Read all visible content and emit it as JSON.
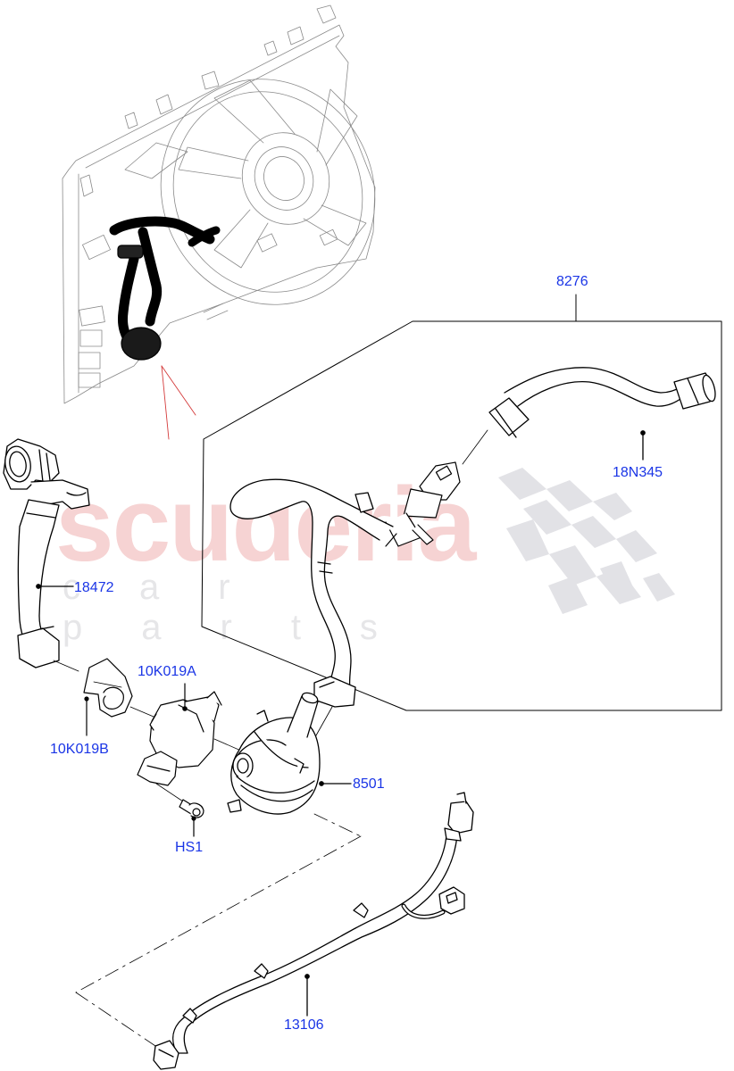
{
  "diagram": {
    "type": "exploded-parts-diagram",
    "subject": "Auxiliary coolant pump with hoses, bracket, harness and cooling fan module",
    "label_color": "#1a35e6",
    "line_color": "#000000",
    "locator_line_color": "#d43a3a"
  },
  "watermark": {
    "main": "scuderia",
    "sub": "car parts",
    "main_color": "#f6d3d3",
    "sub_color": "#e6e6e8",
    "checker_color": "#e2e2e6"
  },
  "callouts": [
    {
      "id": "8276",
      "label": "8276",
      "part": "hose assembly (boxed group)"
    },
    {
      "id": "18N345",
      "label": "18N345",
      "part": "coolant hose"
    },
    {
      "id": "18472",
      "label": "18472",
      "part": "coolant hose"
    },
    {
      "id": "10K019A",
      "label": "10K019A",
      "part": "pump bracket"
    },
    {
      "id": "10K019B",
      "label": "10K019B",
      "part": "pump insulator/clip"
    },
    {
      "id": "8501",
      "label": "8501",
      "part": "auxiliary water pump"
    },
    {
      "id": "HS1",
      "label": "HS1",
      "part": "bolt"
    },
    {
      "id": "13106",
      "label": "13106",
      "part": "wiring harness"
    }
  ]
}
